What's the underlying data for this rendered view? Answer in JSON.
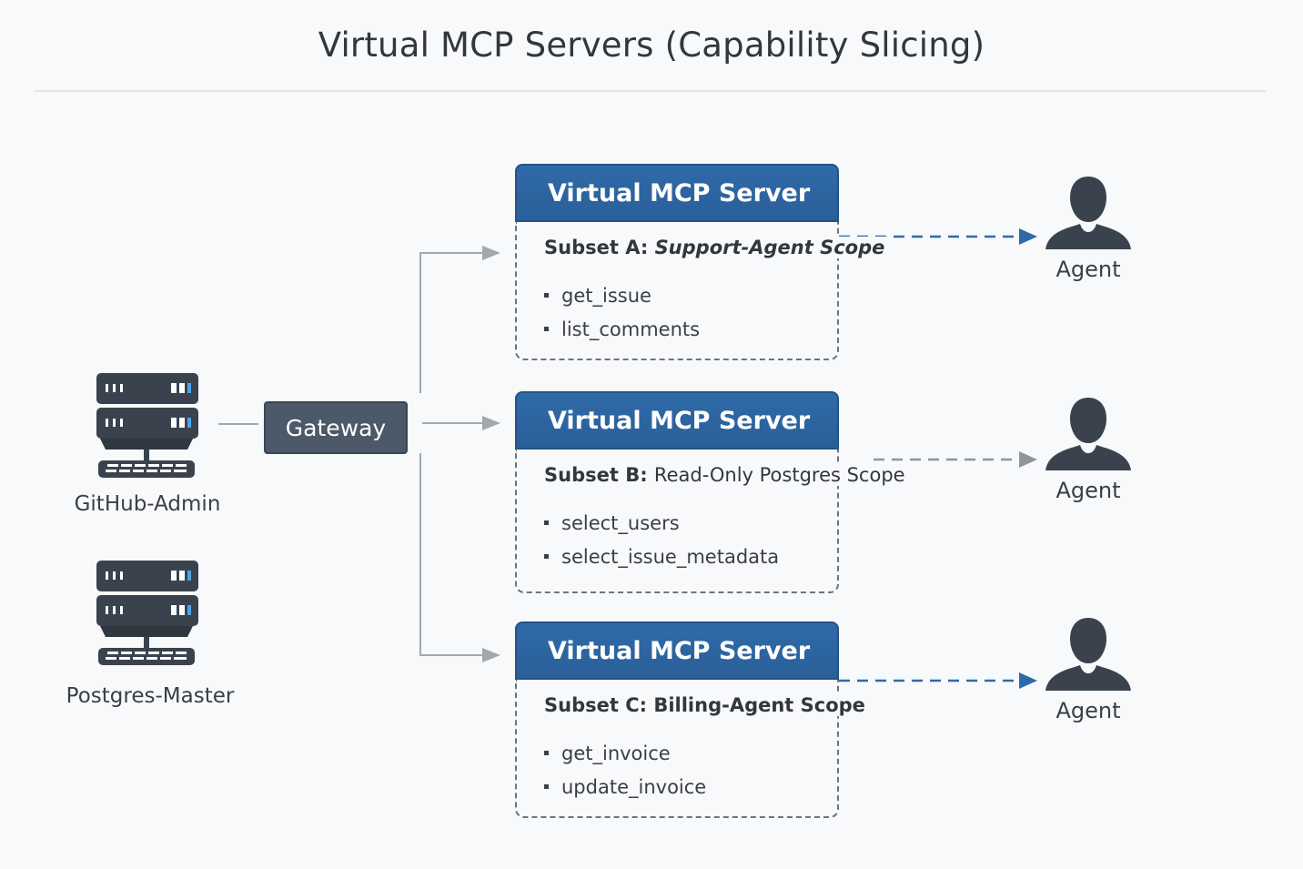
{
  "title": "Virtual MCP Servers (Capability Slicing)",
  "colors": {
    "server_blue": "#2c64a0",
    "gateway_slate": "#4b5968",
    "icon_dark": "#3a434d",
    "connector_gray": "#a3a8ad",
    "agent_link_blue": "#2f6aa8",
    "status_led_blue": "#4da3e8"
  },
  "sources": [
    {
      "label": "GitHub-Admin",
      "icon": "server-icon"
    },
    {
      "label": "Postgres-Master",
      "icon": "server-icon"
    }
  ],
  "gateway": {
    "label": "Gateway"
  },
  "virtual_servers": [
    {
      "header": "Virtual MCP Server",
      "subset_prefix": "Subset A:",
      "subset_scope": "Support-Agent Scope",
      "scope_italic": true,
      "tools": [
        "get_issue",
        "list_comments"
      ],
      "link_color": "blue"
    },
    {
      "header": "Virtual MCP Server",
      "subset_prefix": "Subset B:",
      "subset_scope": "Read-Only Postgres Scope",
      "scope_italic": false,
      "tools": [
        "select_users",
        "select_issue_metadata"
      ],
      "link_color": "gray"
    },
    {
      "header": "Virtual MCP Server",
      "subset_prefix": "Subset C:",
      "subset_scope": "Billing-Agent Scope",
      "scope_italic": false,
      "tools": [
        "get_invoice",
        "update_invoice"
      ],
      "link_color": "blue"
    }
  ],
  "agents": [
    {
      "label": "Agent",
      "icon": "agent-icon"
    },
    {
      "label": "Agent",
      "icon": "agent-icon"
    },
    {
      "label": "Agent",
      "icon": "agent-icon"
    }
  ]
}
